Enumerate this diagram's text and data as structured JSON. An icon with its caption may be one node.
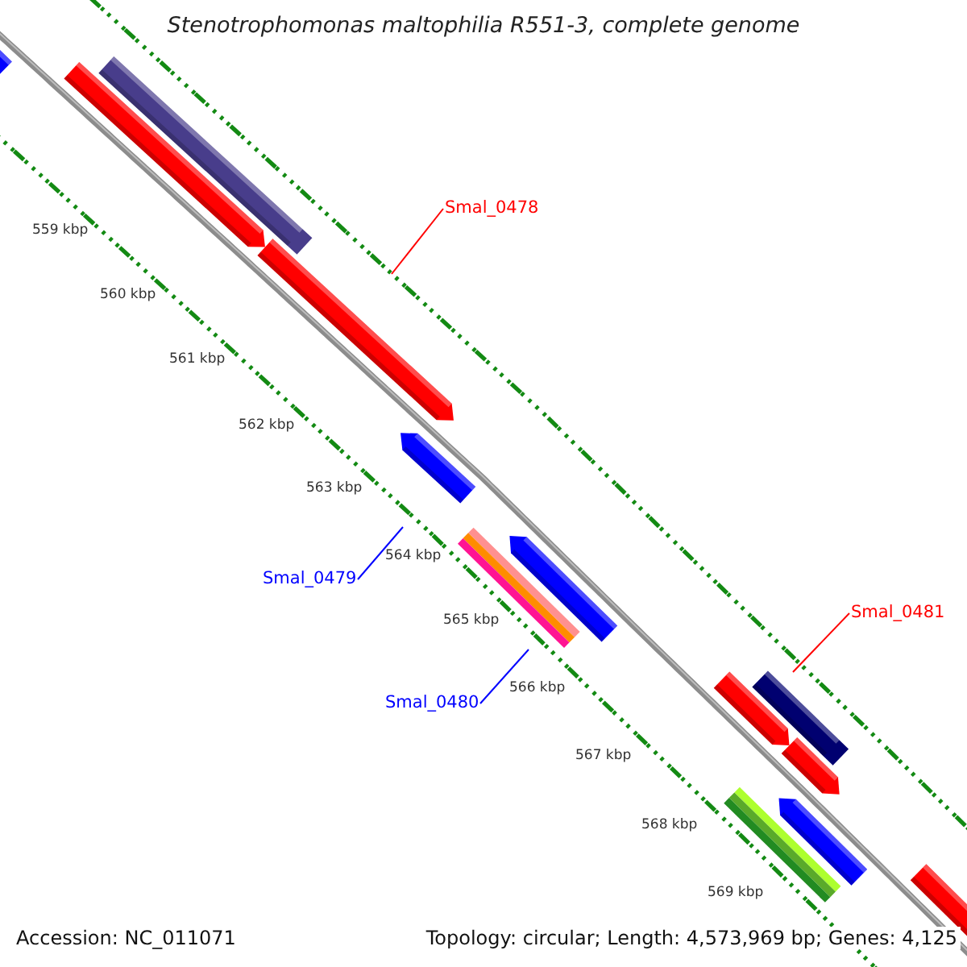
{
  "diagram": {
    "title": "Stenotrophomonas maltophilia R551-3, complete genome",
    "nodes": [
      {
        "text": [
          "Smal_0478"
        ]
      },
      {
        "text": [
          "Smal_0479"
        ]
      },
      {
        "text": [
          "Smal_0480"
        ]
      },
      {
        "text": [
          "Smal_0481"
        ]
      }
    ],
    "edges": [
      {
        "from": 0,
        "to": null,
        "arrow": "none",
        "color": "#ff0000"
      },
      {
        "from": 1,
        "to": null,
        "arrow": "none",
        "color": "#0000ff"
      },
      {
        "from": 2,
        "to": null,
        "arrow": "none",
        "color": "#0000ff"
      },
      {
        "from": 3,
        "to": null,
        "arrow": "none",
        "color": "#ff0000"
      }
    ],
    "labels": [
      "559 kbp",
      "560 kbp",
      "561 kbp",
      "562 kbp",
      "563 kbp",
      "564 kbp",
      "565 kbp",
      "566 kbp",
      "567 kbp",
      "568 kbp",
      "569 kbp",
      "Accession: NC_011071",
      "Topology: circular; Length: 4,573,969 bp; Genes: 4,125"
    ]
  }
}
